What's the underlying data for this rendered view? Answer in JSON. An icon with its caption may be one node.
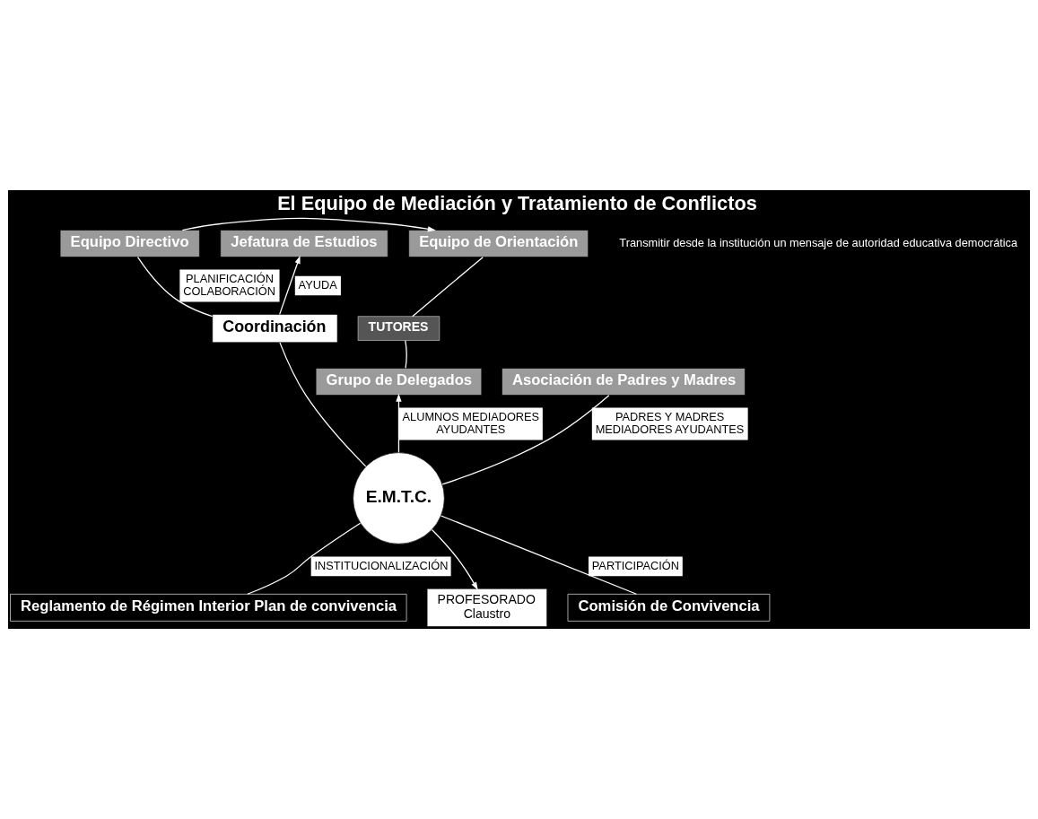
{
  "diagram": {
    "title": "El Equipo de Mediación y Tratamiento de Conflictos",
    "nodes": [
      {
        "text": [
          "Jefatura de Estudios"
        ]
      },
      {
        "text": [
          "Equipo Directivo"
        ]
      },
      {
        "text": [
          "Equipo de Orientación"
        ]
      },
      {
        "text": [
          "TUTORES"
        ]
      },
      {
        "text": [
          "Coordinación"
        ]
      },
      {
        "text": [
          "Grupo de Delegados"
        ]
      },
      {
        "text": [
          "Asociación de Padres y Madres"
        ]
      },
      {
        "text": [
          "E.M.T.C."
        ]
      },
      {
        "text": [
          "Reglamento de Régimen Interior Plan de convivencia"
        ]
      },
      {
        "text": [
          "PROFESORADO",
          "Claustro"
        ]
      },
      {
        "text": [
          "Comisión de Convivencia"
        ]
      }
    ],
    "edges": [
      {
        "from": 1,
        "to": 2,
        "arrow": "to"
      },
      {
        "from": 4,
        "to": 1,
        "arrow": "none",
        "label": "PLANIFICACIÓN COLABORACIÓN"
      },
      {
        "from": 4,
        "to": 0,
        "arrow": "to",
        "label": "AYUDA"
      },
      {
        "from": 2,
        "to": 3,
        "arrow": "none"
      },
      {
        "from": 3,
        "to": 5,
        "arrow": "none"
      },
      {
        "from": 7,
        "to": 4,
        "arrow": "none"
      },
      {
        "from": 7,
        "to": 6,
        "arrow": "none",
        "label": "PADRES Y MADRES MEDIADORES AYUDANTES"
      },
      {
        "from": 7,
        "to": 5,
        "arrow": "to",
        "label": "ALUMNOS MEDIADORES AYUDANTES"
      },
      {
        "from": 7,
        "to": 8,
        "arrow": "none",
        "label": "INSTITUCIONALIZACIÓN"
      },
      {
        "from": 7,
        "to": 9,
        "arrow": "to"
      },
      {
        "from": 7,
        "to": 10,
        "arrow": "none",
        "label": "PARTICIPACIÓN"
      }
    ],
    "labels": [
      "Transmitir desde la institución un mensaje de autoridad educativa democrática"
    ]
  }
}
